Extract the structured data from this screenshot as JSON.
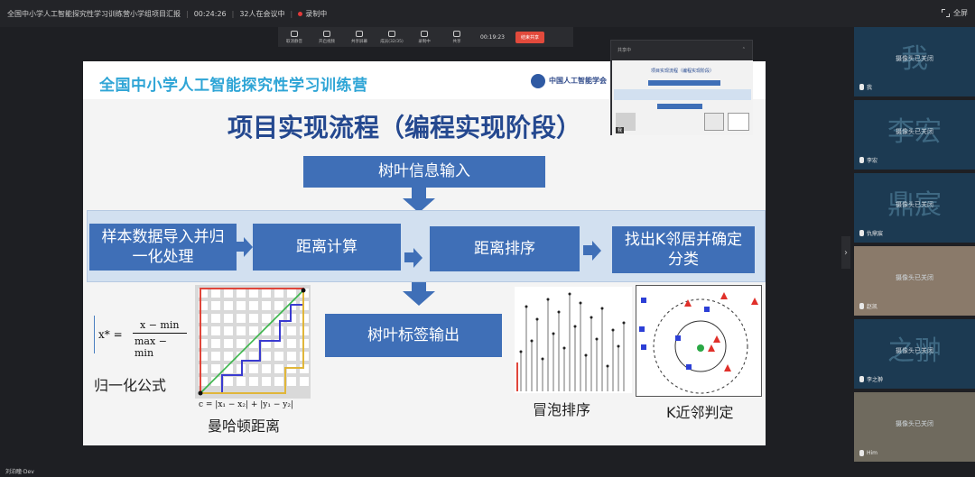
{
  "topbar": {
    "meeting_title": "全国中小学人工智能探究性学习训练营小学组项目汇报",
    "elapsed": "00:24:26",
    "participants": "32人在会议中",
    "recording": "录制中",
    "fullscreen": "全屏"
  },
  "toolbar": {
    "items": [
      "取消静音",
      "开启视频",
      "共享屏幕",
      "成员(32/35)",
      "录制中",
      "共享"
    ],
    "timer": "00:19:23",
    "end_button": "结束共享"
  },
  "slide": {
    "brand": "全国中小学人工智能探究性学习训练营",
    "association": "中国人工智能学会",
    "title": "项目实现流程（编程实现阶段）",
    "step_input": "树叶信息输入",
    "step_normalize_1": "样本数据导入并归",
    "step_normalize_2": "一化处理",
    "step_distance": "距离计算",
    "step_sort": "距离排序",
    "step_knn_1": "找出K邻居并确定",
    "step_knn_2": "分类",
    "step_output": "树叶标签输出",
    "formula_lhs": "x* =",
    "formula_num": "x − min",
    "formula_den": "max − min",
    "caption_norm": "归一化公式",
    "manhattan_formula": "c = |x₁ − x₂| + |y₁ − y₂|",
    "caption_manhattan": "曼哈顿距离",
    "caption_bubble": "冒泡排序",
    "caption_knn": "K近邻判定"
  },
  "mini": {
    "label": "共享中",
    "thumb_title": "项目实现流程（编程实现阶段）",
    "presenter": "我"
  },
  "participants": [
    {
      "big": "我",
      "cam": "摄像头已关闭",
      "name": "我"
    },
    {
      "big": "李宏",
      "cam": "摄像头已关闭",
      "name": "李宏"
    },
    {
      "big": "鼎宸",
      "cam": "摄像头已关闭",
      "name": "仇鼎宸"
    },
    {
      "big": "",
      "cam": "摄像头已关闭",
      "name": "赵凯"
    },
    {
      "big": "之翀",
      "cam": "摄像头已关闭",
      "name": "李之翀"
    },
    {
      "big": "",
      "cam": "摄像头已关闭",
      "name": "Him"
    }
  ],
  "bottom": {
    "self_name": "刘泊瞳·Dev"
  }
}
